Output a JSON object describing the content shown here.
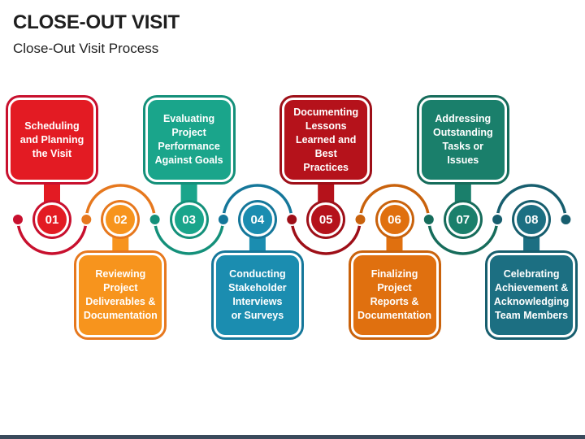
{
  "header": {
    "title": "CLOSE-OUT VISIT",
    "subtitle": "Close-Out Visit Process"
  },
  "steps": [
    {
      "number": "01",
      "label": "Scheduling\nand Planning\nthe Visit",
      "color": "#e31b23",
      "ring": "#c8102e",
      "position": "top"
    },
    {
      "number": "02",
      "label": "Reviewing\nProject\nDeliverables &\nDocumentation",
      "color": "#f7941d",
      "ring": "#e6781e",
      "position": "bottom"
    },
    {
      "number": "03",
      "label": "Evaluating\nProject\nPerformance\nAgainst Goals",
      "color": "#1aa58b",
      "ring": "#14907a",
      "position": "top"
    },
    {
      "number": "04",
      "label": "Conducting\nStakeholder\nInterviews\nor Surveys",
      "color": "#1b8db0",
      "ring": "#15779a",
      "position": "bottom"
    },
    {
      "number": "05",
      "label": "Documenting\nLessons\nLearned and\nBest Practices",
      "color": "#b5121b",
      "ring": "#9e0f18",
      "position": "top"
    },
    {
      "number": "06",
      "label": "Finalizing\nProject\nReports &\nDocumentation",
      "color": "#e0700f",
      "ring": "#c9620c",
      "position": "bottom"
    },
    {
      "number": "07",
      "label": "Addressing\nOutstanding\nTasks or Issues",
      "color": "#1a7f6b",
      "ring": "#166c5b",
      "position": "top"
    },
    {
      "number": "08",
      "label": "Celebrating\nAchievement &\nAcknowledging\nTeam Members",
      "color": "#1c6f82",
      "ring": "#175e6e",
      "position": "bottom"
    }
  ]
}
